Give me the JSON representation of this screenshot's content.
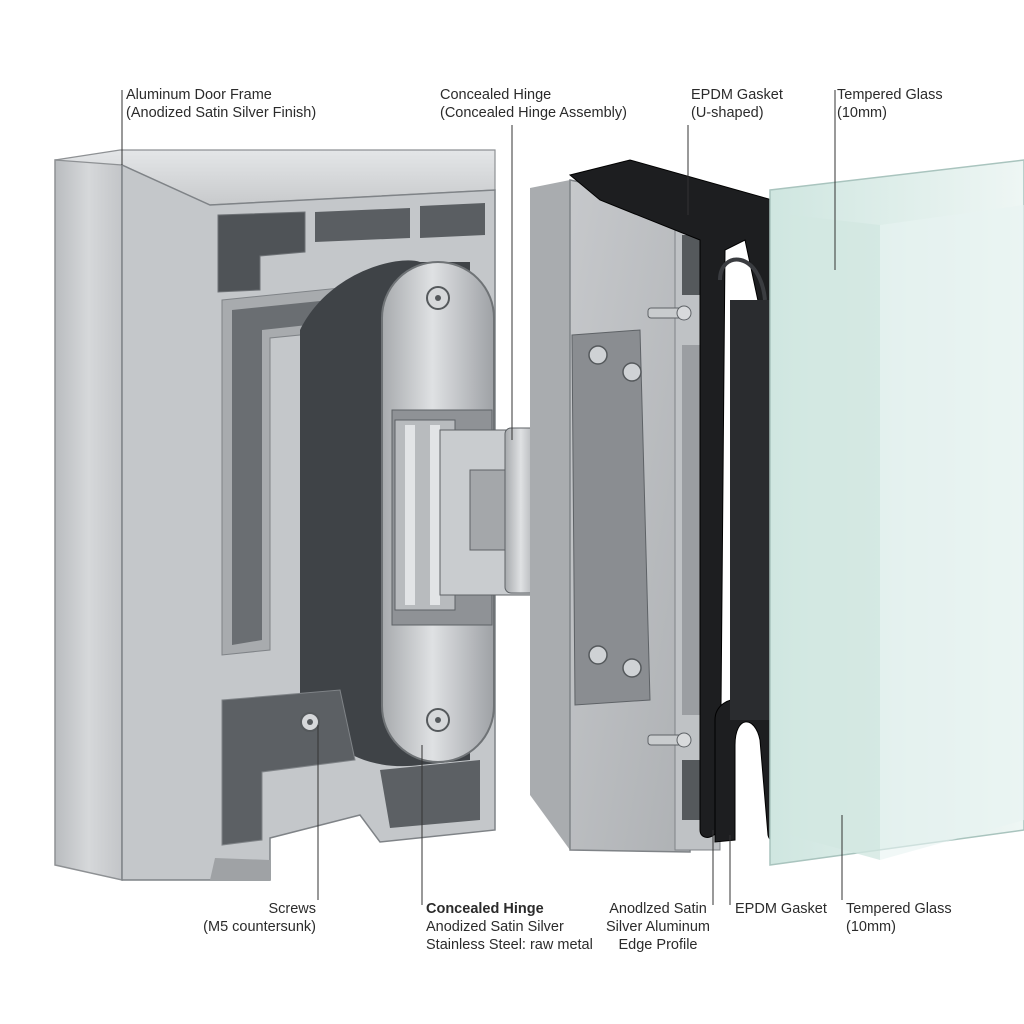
{
  "labels": {
    "frame": {
      "line1": "Aluminum Door Frame",
      "line2": "(Anodized Satin Silver Finish)"
    },
    "hinge_top": {
      "line1": "Concealed Hinge",
      "line2": "(Concealed Hinge Assembly)"
    },
    "gasket_top": {
      "line1": "EPDM Gasket",
      "line2": "(U-shaped)"
    },
    "glass_top": {
      "line1": "Tempered Glass",
      "line2": "(10mm)"
    },
    "screws": {
      "line1": "Screws",
      "line2": "(M5 countersunk)"
    },
    "hinge_bottom": {
      "line1": "Concealed Hinge",
      "line2": "Anodized Satin Silver",
      "line3": "Stainless Steel: raw metal"
    },
    "profile": {
      "line1": "Anodlzed Satin",
      "line2": "Silver Aluminum",
      "line3": "Edge Profile"
    },
    "gasket_bottom": {
      "line1": "EPDM Gasket"
    },
    "glass_bottom": {
      "line1": "Tempered Glass",
      "line2": "(10mm)"
    }
  },
  "colors": {
    "aluminum": "#c9cbcd",
    "aluminum_dark": "#8e9194",
    "steel": "#b4b7ba",
    "gasket": "#1d1e20",
    "glass": "#dceee9",
    "leader": "#333333"
  }
}
